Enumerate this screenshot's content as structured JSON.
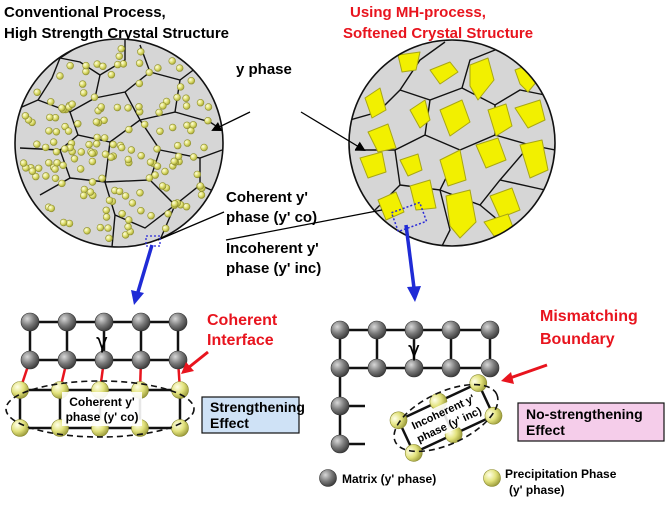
{
  "left_title": [
    "Conventional Process,",
    "High Strength Crystal Structure"
  ],
  "right_title": [
    "Using MH-process,",
    "Softened Crystal Structure"
  ],
  "label_gamma_phase": "y phase",
  "label_coherent": [
    "Coherent y'",
    "phase (y' co)"
  ],
  "label_incoherent": [
    "Incoherent y'",
    "phase (y' inc)"
  ],
  "left_interface": [
    "Coherent",
    "Interface"
  ],
  "right_interface": [
    "Mismatching",
    "Boundary"
  ],
  "gamma_symbol": "γ",
  "coherent_ellipse_text": [
    "Coherent y'",
    "phase (y' co)"
  ],
  "incoherent_ellipse_text": [
    "Incoherent y'",
    "phase (y' inc)"
  ],
  "strengthening_box": [
    "Strengthening",
    "Effect"
  ],
  "no_strengthening_box": [
    "No-strengthening",
    "Effect"
  ],
  "legend": {
    "matrix": "Matrix (y' phase)",
    "precipitation": [
      "Precipitation Phase",
      "(y' phase)"
    ]
  },
  "colors": {
    "red_text": "#e8141e",
    "blue_arrow": "#1f2bd6",
    "gray_fill": "#d6d6d6",
    "gold": "#e9e700",
    "strengthening_bg": "#cfe2f6",
    "no_strengthening_bg": "#f5cdea"
  }
}
